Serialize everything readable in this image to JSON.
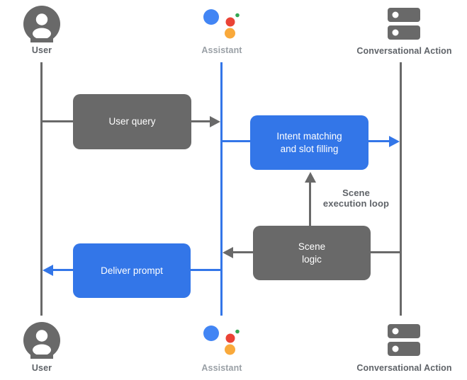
{
  "colors": {
    "accent_blue": "#3376E8",
    "box_gray": "#696969",
    "label_dark_gray": "#5F6368",
    "label_light_gray": "#9AA0A6",
    "assistant_logo_blue": "#4285F4",
    "assistant_logo_red": "#EA4335",
    "assistant_logo_green": "#34A853",
    "assistant_logo_yellow": "#F9A93B"
  },
  "actors": {
    "user": {
      "label": "User"
    },
    "assistant": {
      "label": "Assistant"
    },
    "conversational_action": {
      "label": "Conversational Action"
    }
  },
  "boxes": {
    "user_query": {
      "label": "User query"
    },
    "intent_matching": {
      "lines": [
        "Intent matching",
        "and slot filling"
      ]
    },
    "scene_logic": {
      "lines": [
        "Scene",
        "logic"
      ]
    },
    "deliver_prompt": {
      "label": "Deliver prompt"
    }
  },
  "annotations": {
    "scene_execution_loop": {
      "lines": [
        "Scene",
        "execution loop"
      ]
    }
  }
}
